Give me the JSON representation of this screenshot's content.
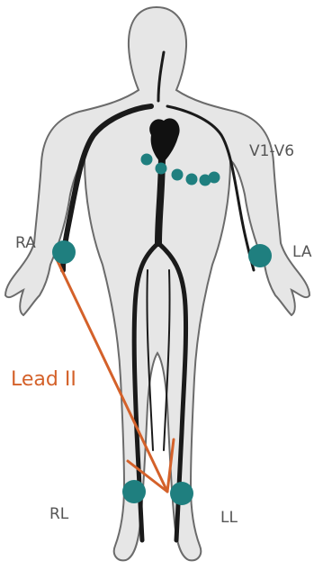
{
  "labels": {
    "chest": "V1-V6",
    "right_arm": "RA",
    "left_arm": "LA",
    "right_leg": "RL",
    "left_leg": "LL",
    "lead": "Lead II"
  },
  "colors": {
    "body_fill": "#e6e6e6",
    "body_outline": "#6b6b6b",
    "vessels": "#1a1a1a",
    "electrode": "#1f7f7f",
    "lead_line": "#d4612a",
    "label_text": "#555555"
  }
}
